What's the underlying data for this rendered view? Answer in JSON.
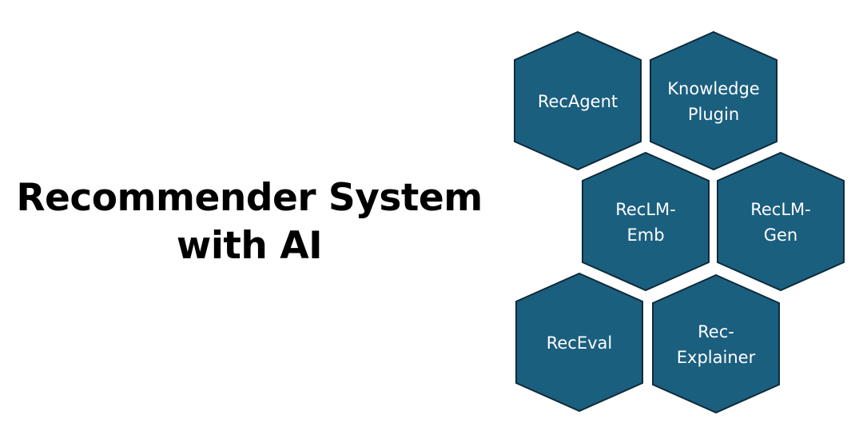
{
  "title": {
    "line1": "Recommender System",
    "line2": "with AI"
  },
  "colors": {
    "hex_fill": "#1b5f7f",
    "hex_stroke": "#0d2b3a",
    "text": "#ffffff"
  },
  "modules": [
    {
      "id": "recagent",
      "lines": [
        "RecAgent"
      ]
    },
    {
      "id": "knowledge-plugin",
      "lines": [
        "Knowledge",
        "Plugin"
      ]
    },
    {
      "id": "reclm-emb",
      "lines": [
        "RecLM-",
        "Emb"
      ]
    },
    {
      "id": "reclm-gen",
      "lines": [
        "RecLM-",
        "Gen"
      ]
    },
    {
      "id": "receval",
      "lines": [
        "RecEval"
      ]
    },
    {
      "id": "rec-explainer",
      "lines": [
        "Rec-",
        "Explainer"
      ]
    }
  ]
}
